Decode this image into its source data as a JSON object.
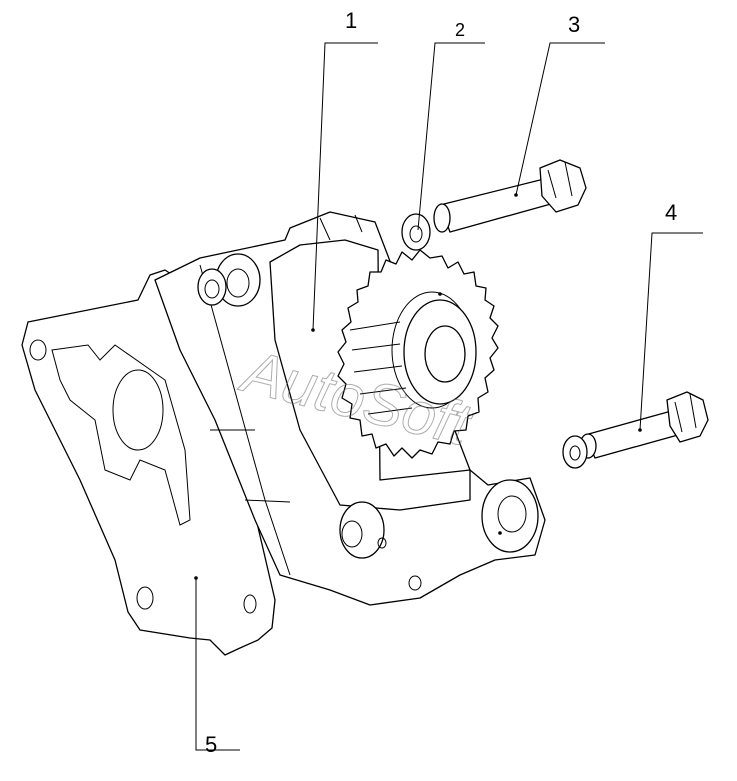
{
  "callouts": [
    {
      "id": "1",
      "label": "1"
    },
    {
      "id": "2",
      "label": "2"
    },
    {
      "id": "3",
      "label": "3"
    },
    {
      "id": "4",
      "label": "4"
    },
    {
      "id": "5",
      "label": "5"
    }
  ],
  "watermark": "AutoSoft",
  "colors": {
    "line": "#000000",
    "background": "#ffffff",
    "watermark": "#6a6a6a"
  }
}
